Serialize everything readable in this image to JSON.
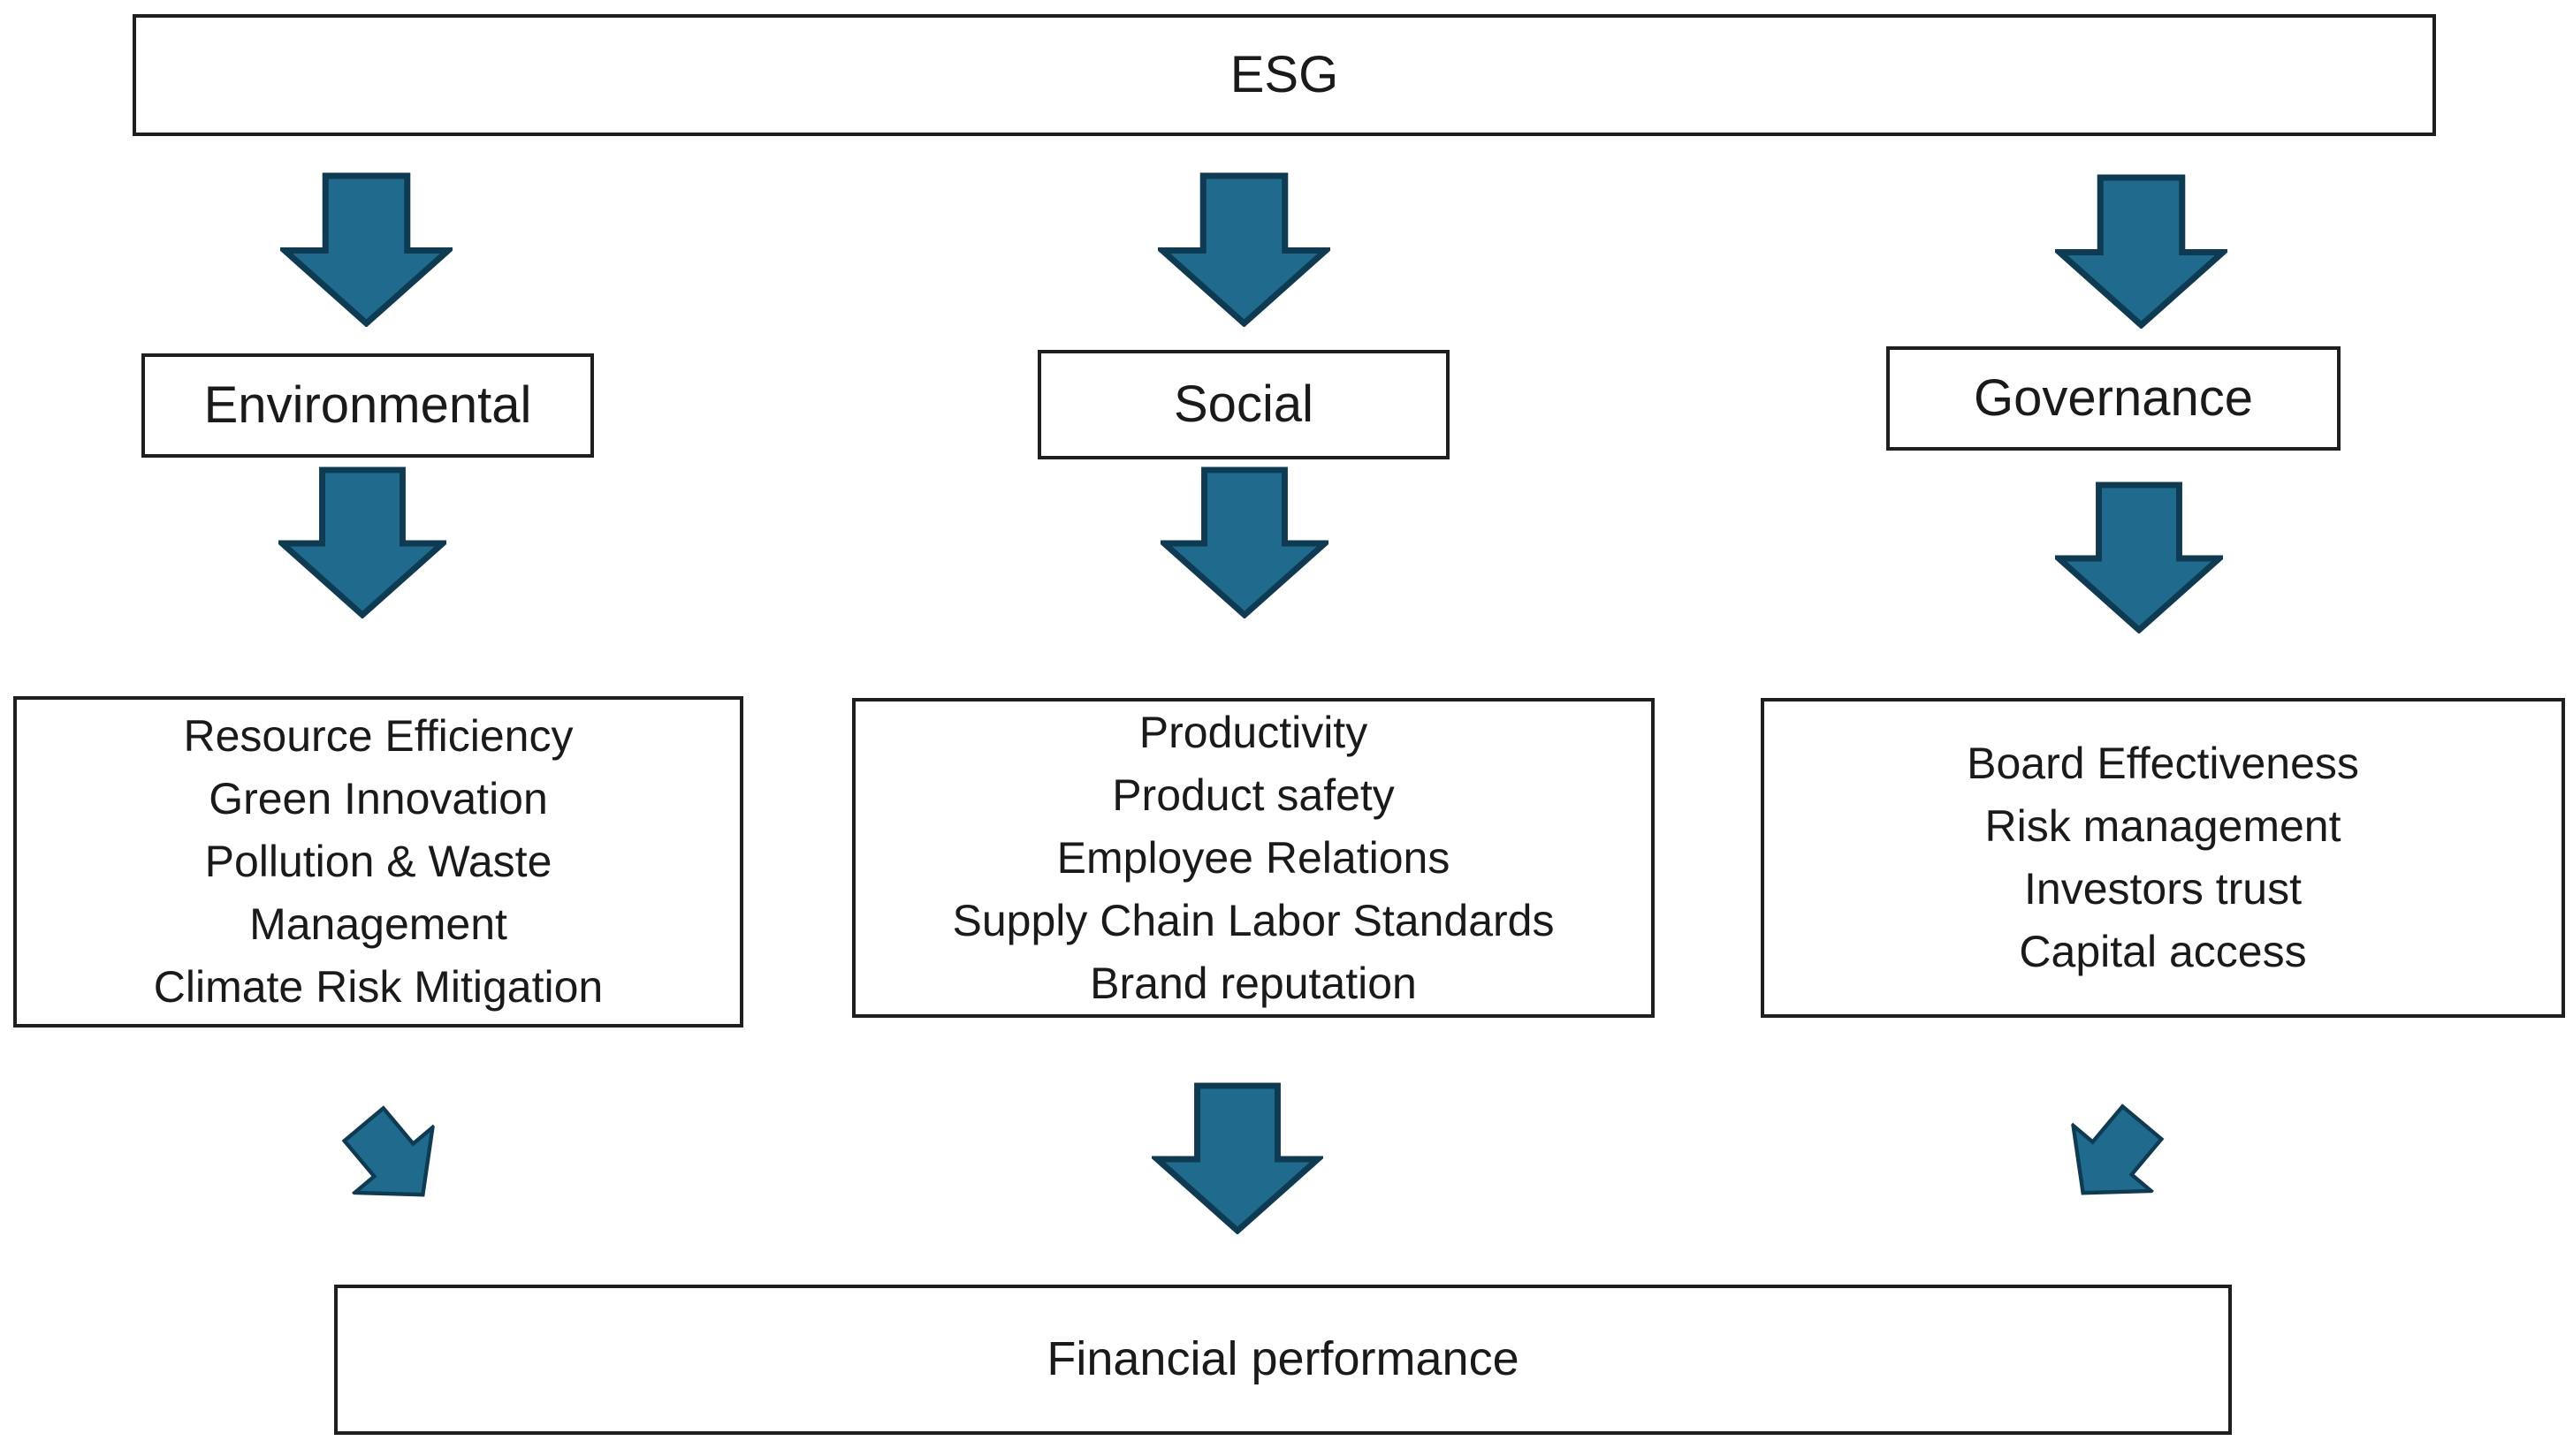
{
  "diagram": {
    "root_box": {
      "label": "ESG"
    },
    "columns": [
      {
        "label": "Environmental",
        "factors": [
          "Resource Efficiency",
          "Green Innovation",
          "Pollution & Waste Management",
          "Climate Risk Mitigation"
        ]
      },
      {
        "label": "Social",
        "factors": [
          "Productivity",
          "Product safety",
          "Employee Relations",
          "Supply Chain Labor Standards",
          "Brand reputation"
        ]
      },
      {
        "label": "Governance",
        "factors": [
          "Board Effectiveness",
          "Risk management",
          "Investors trust",
          "Capital access"
        ]
      }
    ],
    "outcome_box": {
      "label": "Financial performance"
    },
    "colors": {
      "arrow_fill": "#1F6A8D",
      "arrow_outline": "#0E3A52",
      "box_border": "#1F1F1F",
      "text": "#1A1A1A",
      "background": "#FFFFFF"
    }
  }
}
